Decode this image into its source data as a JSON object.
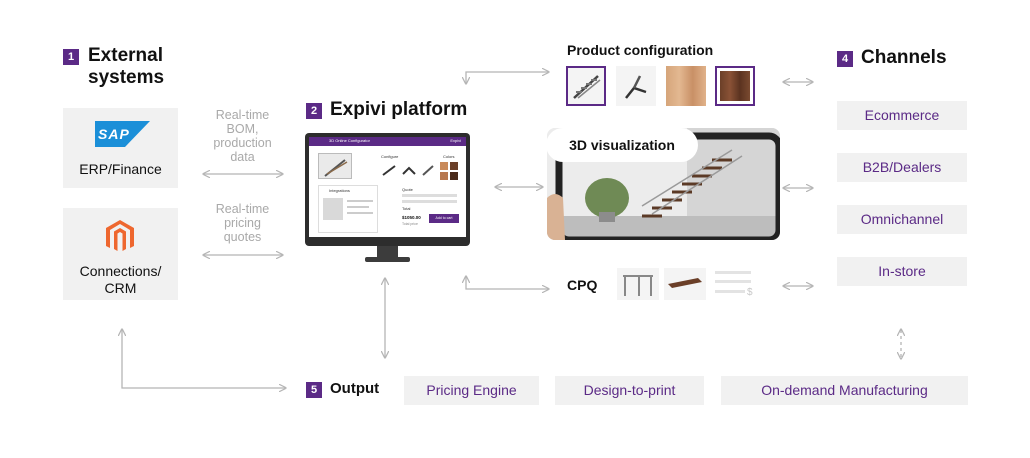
{
  "external": {
    "number": "1",
    "title_line1": "External",
    "title_line2": "systems",
    "erp_logo_text": "SAP",
    "erp_label": "ERP/Finance",
    "crm_label_line1": "Connections/",
    "crm_label_line2": "CRM",
    "note_bom": [
      "Real-time",
      "BOM,",
      "production",
      "data"
    ],
    "note_pricing": [
      "Real-time",
      "pricing",
      "quotes"
    ]
  },
  "platform": {
    "number": "2",
    "title": "Expivi platform",
    "screen": {
      "app_title": "3D Online Configurator",
      "brand": "Expivi",
      "col_configure": "Configure",
      "col_colors": "Colors",
      "panel_integrations": "Integrations",
      "panel_quote": "Quote",
      "panel_total": "Total",
      "price": "$1050.00",
      "price_sub": "Total price",
      "action": "Add to cart"
    }
  },
  "product_configuration": {
    "title": "Product configuration",
    "visualization_label": "3D visualization"
  },
  "cpq": {
    "label": "CPQ",
    "currency_symbol": "$"
  },
  "channels": {
    "number": "4",
    "title": "Channels",
    "items": [
      "Ecommerce",
      "B2B/Dealers",
      "Omnichannel",
      "In-store"
    ]
  },
  "output": {
    "number": "5",
    "title": "Output",
    "items": [
      "Pricing Engine",
      "Design-to-print",
      "On-demand Manufacturing"
    ]
  },
  "colors": {
    "accent": "#5b2a86",
    "box_bg": "#f1f1f1",
    "connector": "#b5b5b5",
    "note_text": "#a9a9a9",
    "sap_blue": "#1b8fd8",
    "magento_orange": "#ee672f"
  }
}
